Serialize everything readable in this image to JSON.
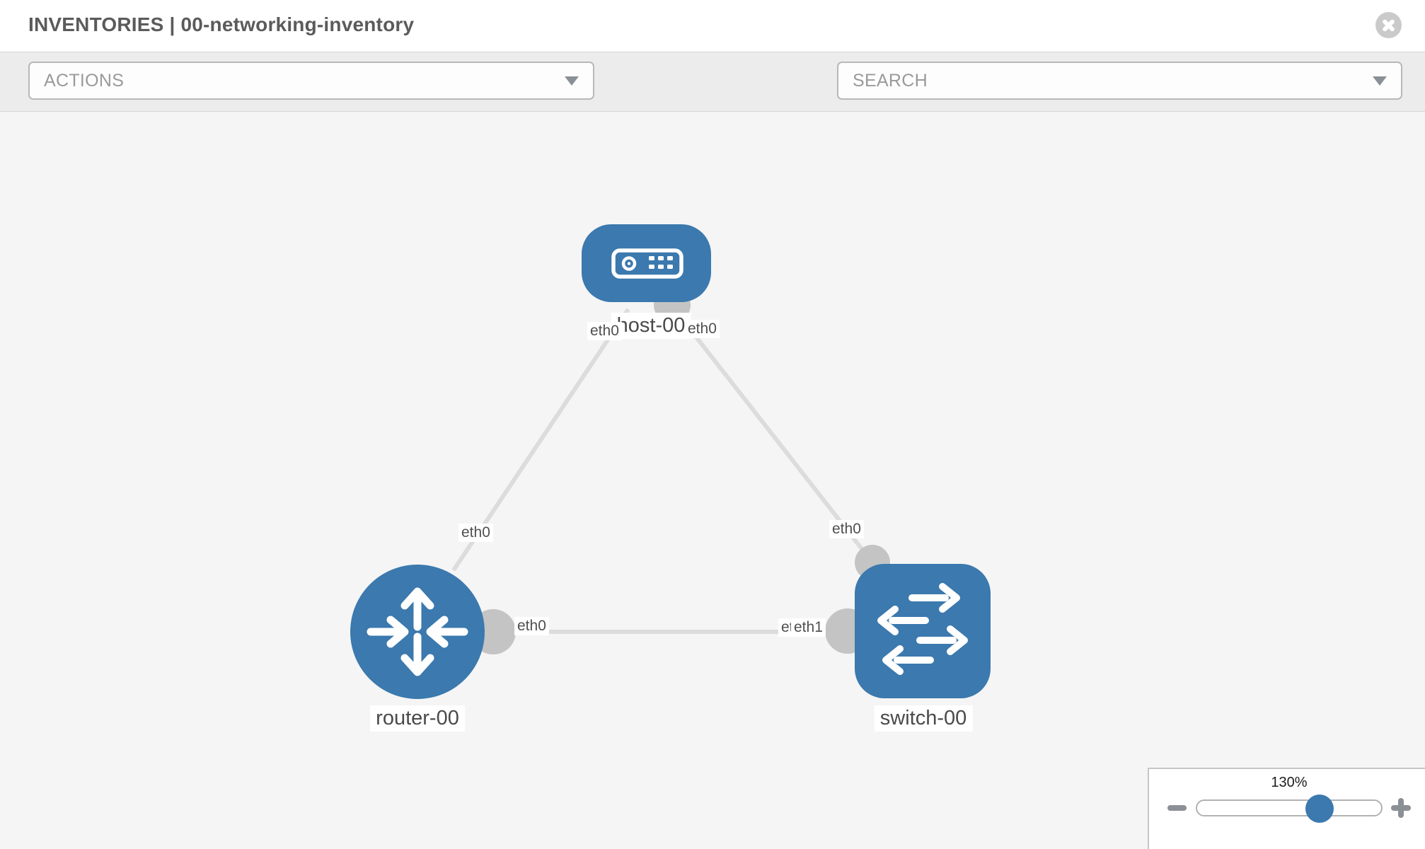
{
  "header": {
    "title": "INVENTORIES | 00-networking-inventory"
  },
  "toolbar": {
    "actions_placeholder": "ACTIONS",
    "search_placeholder": "SEARCH"
  },
  "icons": {
    "close": "close-icon",
    "wrench": "wrench-icon",
    "key": "key-icon",
    "dropdown_chevron": "chevron-down-icon",
    "zoom_out": "minus-icon",
    "zoom_in": "plus-icon"
  },
  "topology": {
    "nodes": [
      {
        "label": "host-00",
        "type": "host"
      },
      {
        "label": "router-00",
        "type": "router"
      },
      {
        "label": "switch-00",
        "type": "switch"
      }
    ],
    "links": [
      {
        "from": "host-00",
        "to": "router-00",
        "from_if": "eth0",
        "to_if": "eth0"
      },
      {
        "from": "host-00",
        "to": "switch-00",
        "from_if": "eth0",
        "to_if": "eth0"
      },
      {
        "from": "router-00",
        "to": "switch-00",
        "from_if": "eth0",
        "to_if": "eth1"
      }
    ]
  },
  "zoom_control": {
    "level": "130%"
  },
  "colors": {
    "node_blue": "#3b79ae",
    "link_gray": "#dcdcdc",
    "connector_gray": "#c4c4c4",
    "canvas_bg": "#f5f5f5",
    "toolbar_bg": "#ececec"
  }
}
